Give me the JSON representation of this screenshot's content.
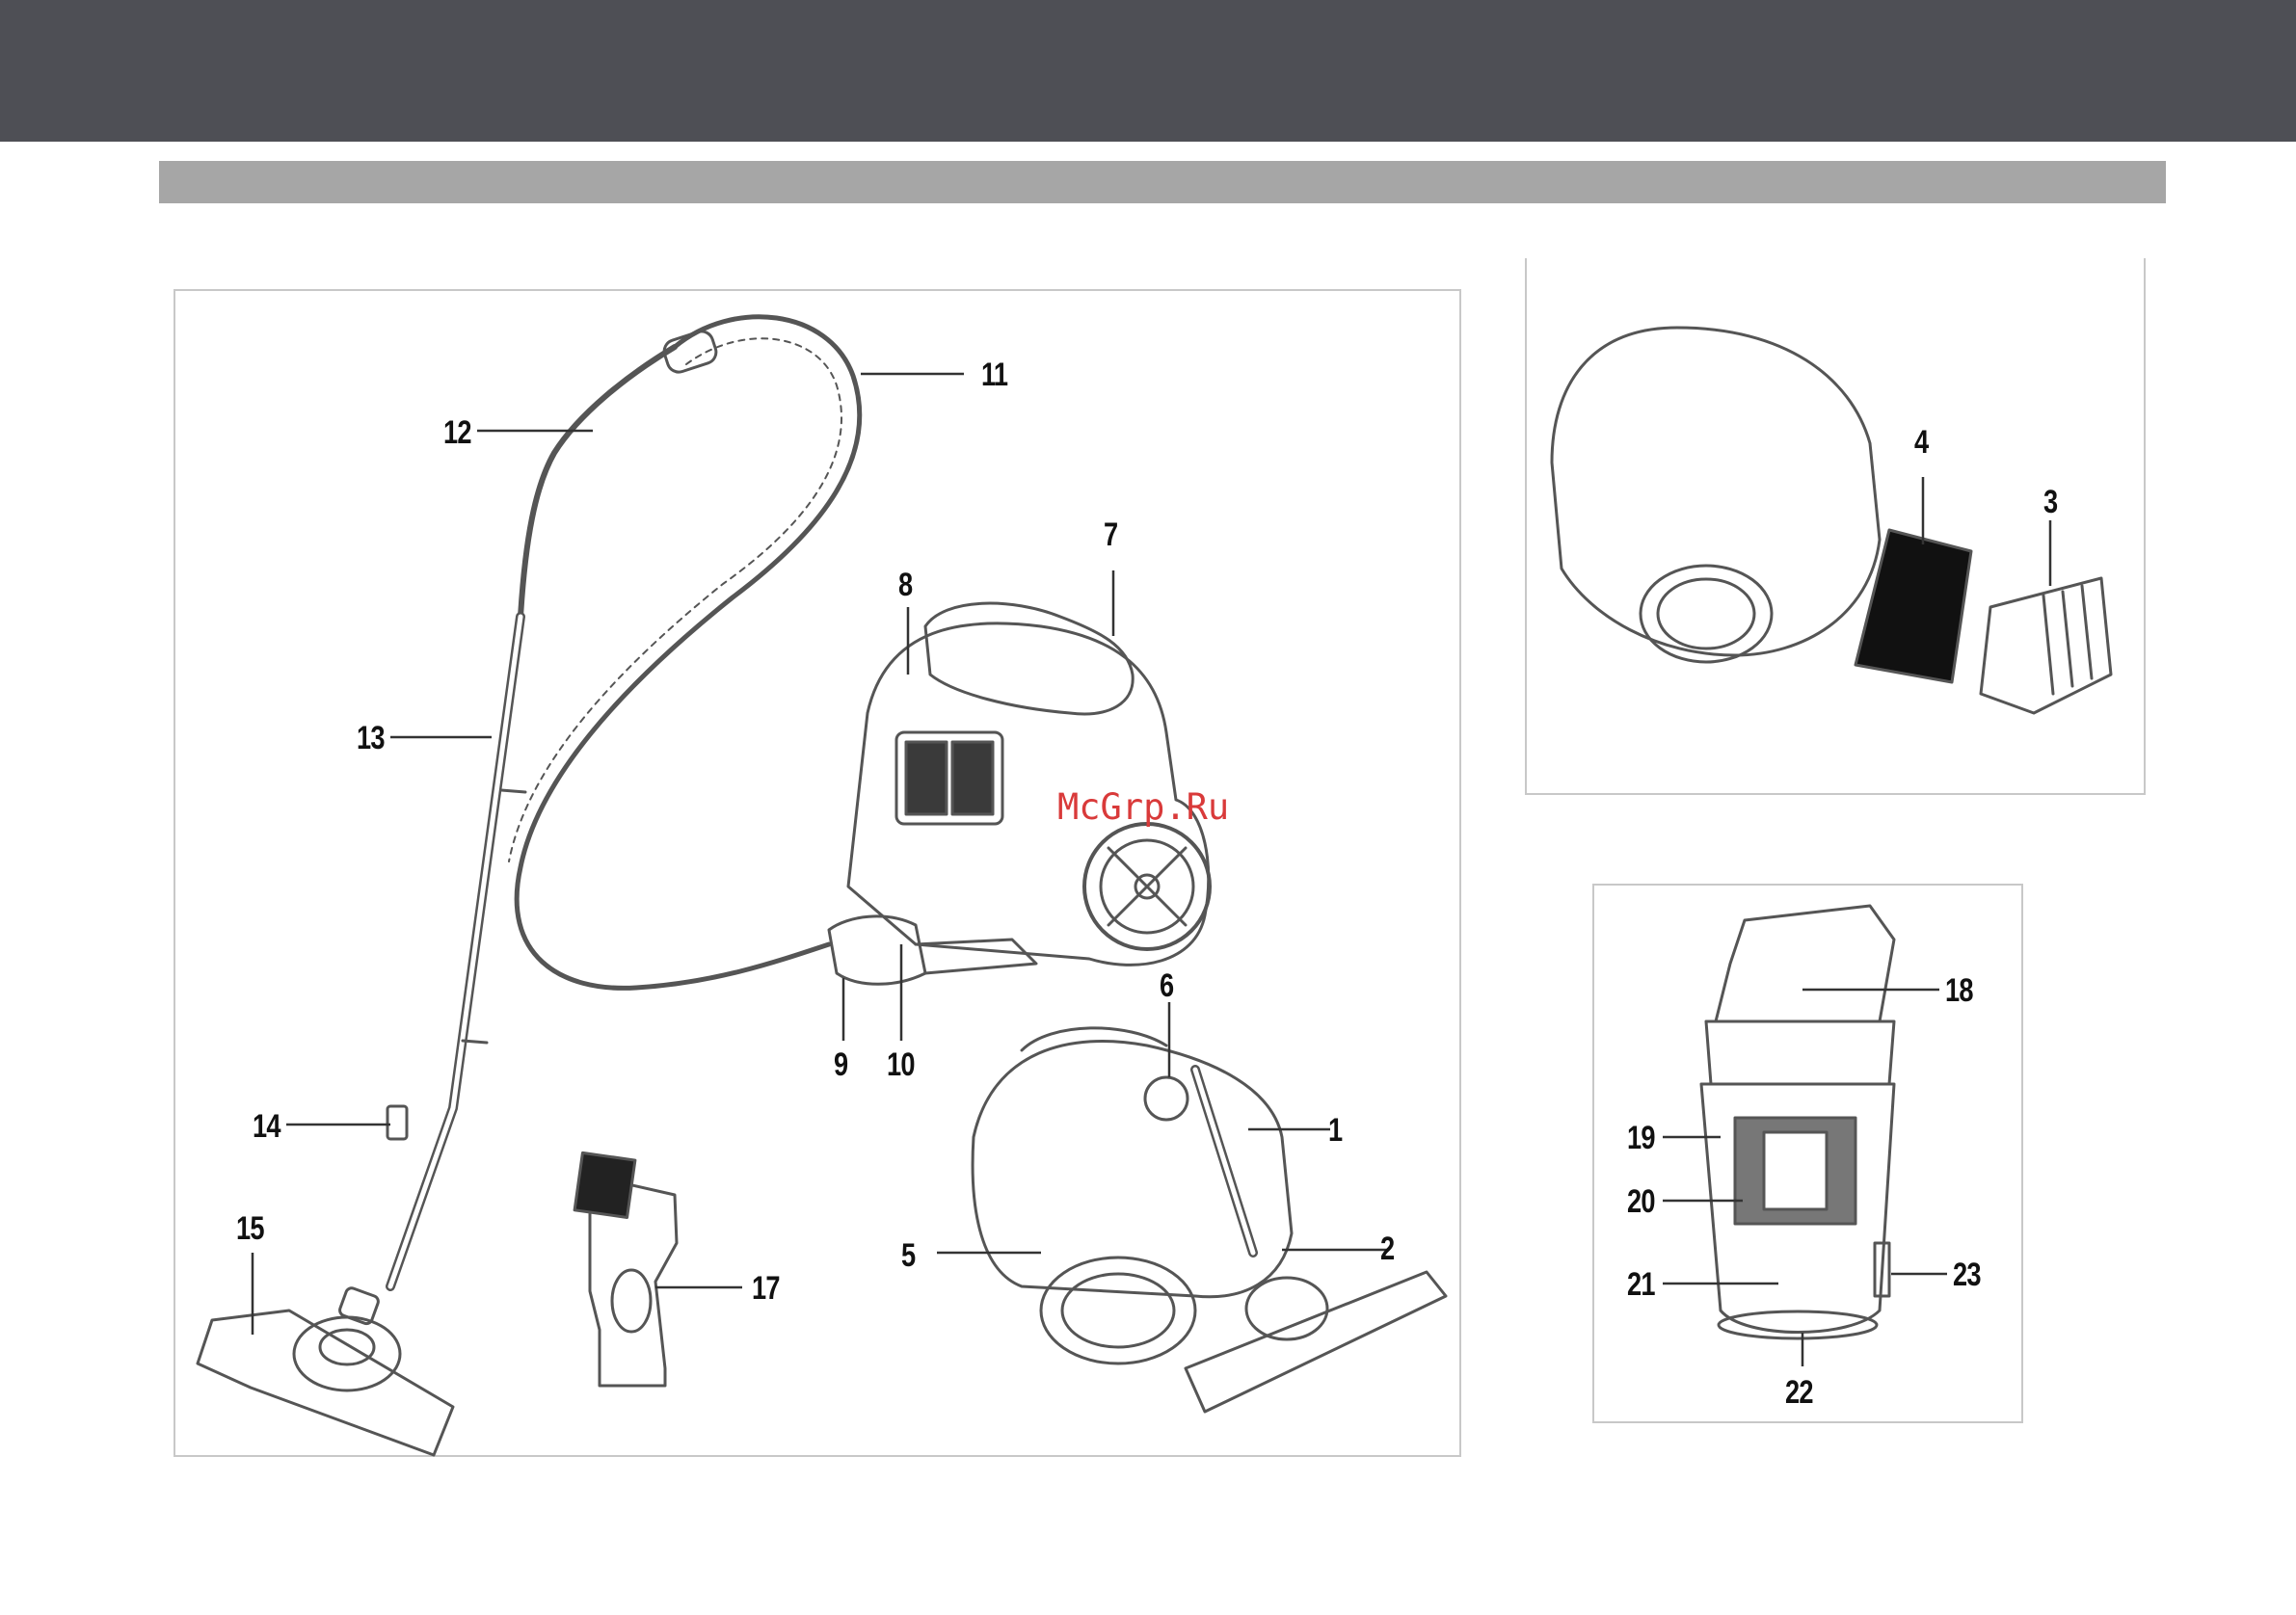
{
  "colors": {
    "header_bar": "#4e4f55",
    "title_strip": "#a6a6a6",
    "line_art": "#555555",
    "label_text": "#111111",
    "watermark": "#d93a3a"
  },
  "watermark": "McGrp.Ru",
  "labels": {
    "l1": "1",
    "l2": "2",
    "l3": "3",
    "l4": "4",
    "l5": "5",
    "l6": "6",
    "l7": "7",
    "l8": "8",
    "l9": "9",
    "l10": "10",
    "l11": "11",
    "l12": "12",
    "l13": "13",
    "l14": "14",
    "l15": "15",
    "l17": "17",
    "l18": "18",
    "l19": "19",
    "l20": "20",
    "l21": "21",
    "l22": "22",
    "l23": "23"
  }
}
